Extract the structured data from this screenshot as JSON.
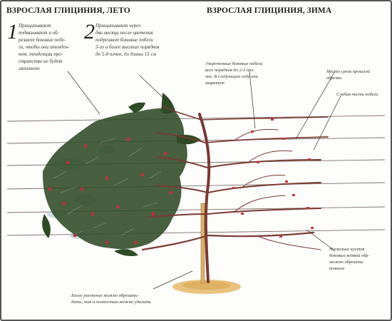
{
  "headings": {
    "summer": "ВЗРОСЛАЯ ГЛИЦИНИЯ, ЛЕТО",
    "winter": "ВЗРОСЛАЯ ГЛИЦИНИЯ, ЗИМА"
  },
  "steps": [
    {
      "number": "1",
      "lines": [
        "Прищипывают",
        "подвязывают и об-",
        "резают боковые побе-",
        "ги, чтобы они итенден-",
        "пет. тенденции про-",
        "странство не будет",
        "заполнено"
      ]
    },
    {
      "number": "2",
      "lines": [
        "Прищипывают через",
        "два месяца после цветения",
        "подрезают боковые побеги",
        "3-го и более высоких порядков",
        "до 5-8 почек, до длины 15 см"
      ]
    }
  ],
  "notes": {
    "winter_prune": [
      "Укороченные боковые побеги",
      "всех порядков до 2-3 поч.",
      "чек. В следующем году они",
      "зацветут"
    ],
    "cut_place": [
      "Место среза прошлой",
      "обрезки"
    ],
    "weak_shoot": [
      "Слабая часть побега"
    ],
    "shoot_groups": [
      "Несколько кустов",
      "боковых ветвей обр",
      "можно обрезать",
      "полным"
    ],
    "base_shoots": [
      "Более растение можно обрезать-",
      "дать, так и полностью можно удалить"
    ]
  },
  "colors": {
    "ink": "#3a2a22",
    "branch": "#7a3a34",
    "foliage": "#2f4a26",
    "flower": "#b8333a",
    "mist": "#a9c4d8",
    "soil": "#e3b868"
  }
}
